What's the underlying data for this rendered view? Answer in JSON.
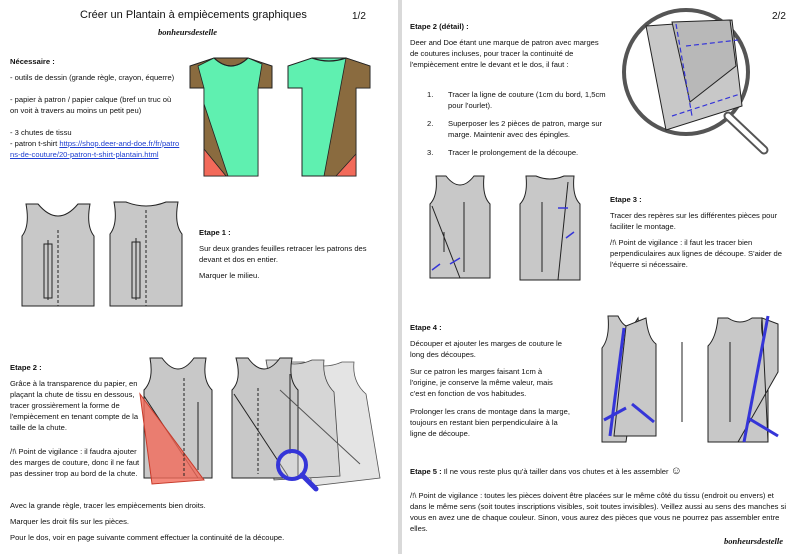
{
  "page1": {
    "title": "Créer un Plantain à empiècements graphiques",
    "page_number": "1/2",
    "brand": "bonheursdestelle",
    "supplies_heading": "Nécessaire :",
    "supplies": [
      "- outils de dessin (grande règle, crayon, équerre)",
      "- papier à patron / papier calque (bref un truc où on voit à travers au moins un petit peu)",
      "- 3 chutes de tissu",
      "- patron t-shirt "
    ],
    "pattern_link": "https://shop.deer-and-doe.fr/fr/patrons-de-couture/20-patron-t-shirt-plantain.html",
    "step1_heading": "Etape 1 :",
    "step1_text1": "Sur deux grandes feuilles retracer les patrons des devant et dos en entier.",
    "step1_text2": "Marquer le milieu.",
    "step2_heading": "Etape 2 :",
    "step2_text1": "Grâce à la transparence du papier, en plaçant la chute de tissu en dessous, tracer grossièrement la forme de l'empiècement en tenant compte de la taille de la chute.",
    "step2_warning": "/!\\ Point de vigilance : il faudra ajouter des marges de couture, donc il ne faut pas dessiner trop au bord de la chute.",
    "step2_text2": "Avec la grande règle, tracer les empiècements bien droits.",
    "step2_text3": "Marquer les droit fils sur les pièces.",
    "step2_text4": "Pour le dos, voir en page suivante comment effectuer la continuité de la découpe."
  },
  "page2": {
    "page_number": "2/2",
    "brand": "bonheursdestelle",
    "step2d_heading": "Etape 2 (détail) :",
    "step2d_intro": "Deer and Doe étant une marque de patron avec marges de coutures incluses, pour tracer la continuité de l'empiècement entre le devant et le dos, il faut :",
    "step2d_items": [
      {
        "n": "1.",
        "text": "Tracer la ligne de couture (1cm du bord, 1,5cm pour l'ourlet)."
      },
      {
        "n": "2.",
        "text": "Superposer les 2 pièces de patron, marge sur marge. Maintenir avec des épingles."
      },
      {
        "n": "3.",
        "text": "Tracer le prolongement de la découpe."
      }
    ],
    "step3_heading": "Etape 3 :",
    "step3_text": "Tracer des repères sur les différentes pièces pour faciliter le montage.",
    "step3_warning": "/!\\ Point de vigilance : il faut les tracer bien perpendiculaires aux lignes de découpe. S'aider de l'équerre si nécessaire.",
    "step4_heading": "Etape 4 :",
    "step4_text1": "Découper et ajouter les marges de couture le long des découpes.",
    "step4_text2": "Sur ce patron les marges faisant 1cm à l'origine, je conserve la même valeur, mais c'est en fonction de vos habitudes.",
    "step4_text3": "Prolonger les crans de montage dans la marge, toujours en restant bien perpendiculaire à la ligne de découpe.",
    "step5_heading": "Etape 5 :",
    "step5_text": "Il ne vous reste plus qu'à tailler dans vos chutes et à les assembler",
    "step5_emoji": "☺",
    "step5_warning": "/!\\ Point de vigilance : toutes les pièces doivent être placées sur le même côté du tissu (endroit ou envers) et dans le même sens (soit toutes inscriptions visibles, soit toutes invisibles). Veillez aussi au sens des manches si vous en avez une de chaque couleur. Sinon, vous aurez des pièces que vous ne pourrez pas assembler entre elles."
  },
  "colors": {
    "mint": "#5ff0b0",
    "brown": "#8a6b3f",
    "coral": "#f26a5a",
    "piece_gray": "#c8c8c8",
    "blue": "#3535d8",
    "link": "#1f3fd0"
  }
}
